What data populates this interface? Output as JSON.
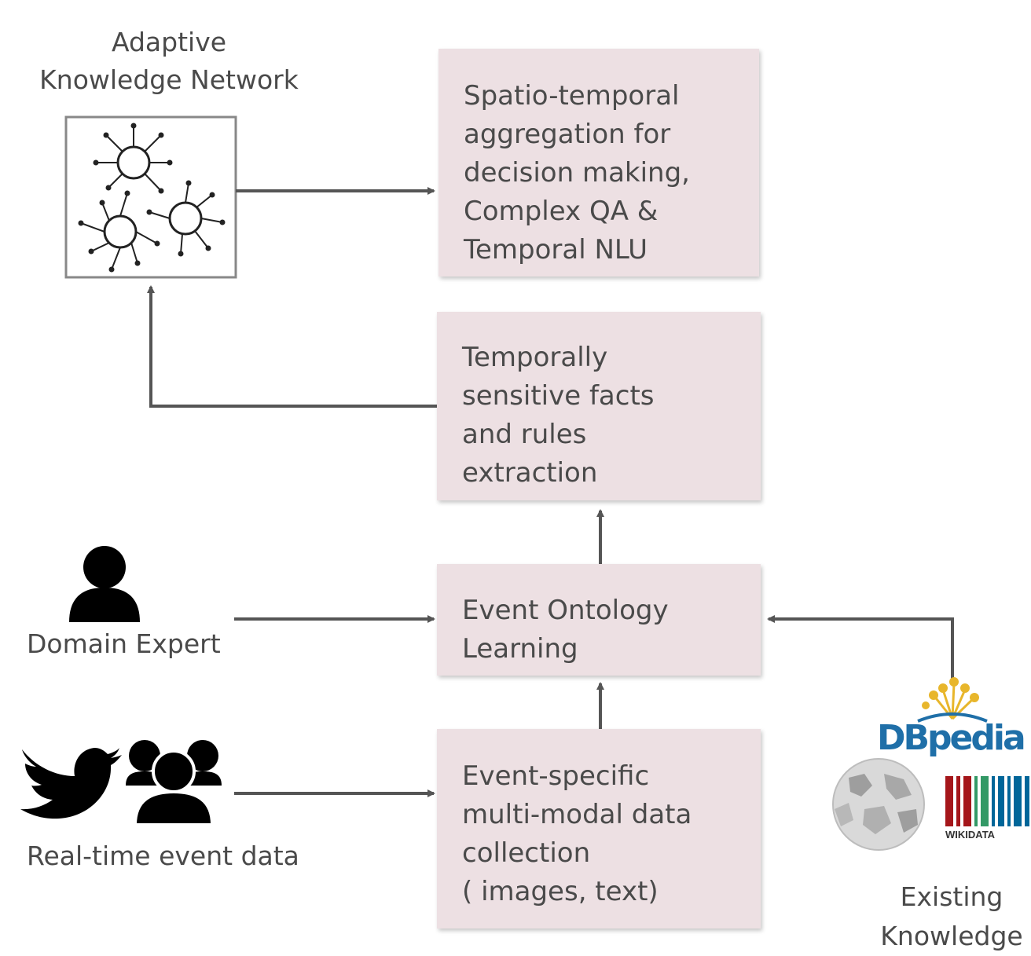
{
  "nodes": {
    "akn_label": "Adaptive\nKnowledge Network",
    "aggregation": "Spatio-temporal\naggregation for\ndecision making,\nComplex QA &\nTemporal  NLU",
    "extraction": "Temporally\nsensitive facts\nand rules\nextraction",
    "ontology": "Event Ontology\nLearning",
    "collection": "Event-specific\nmulti-modal data\ncollection\n( images, text)",
    "domain_expert": "Domain Expert",
    "realtime": "Real-time event data",
    "existing": "Existing\nKnowledge",
    "dbpedia_logo": "DBpedia",
    "wikidata_logo": "WIKIDATA"
  },
  "colors": {
    "box_fill": "#ede0e3",
    "arrow": "#555555",
    "dbpedia_blue": "#1f6fa8",
    "dbpedia_gold": "#e8b62b",
    "wikidata_red": "#a5161a",
    "wikidata_green": "#339966",
    "wikidata_blue": "#006699"
  }
}
